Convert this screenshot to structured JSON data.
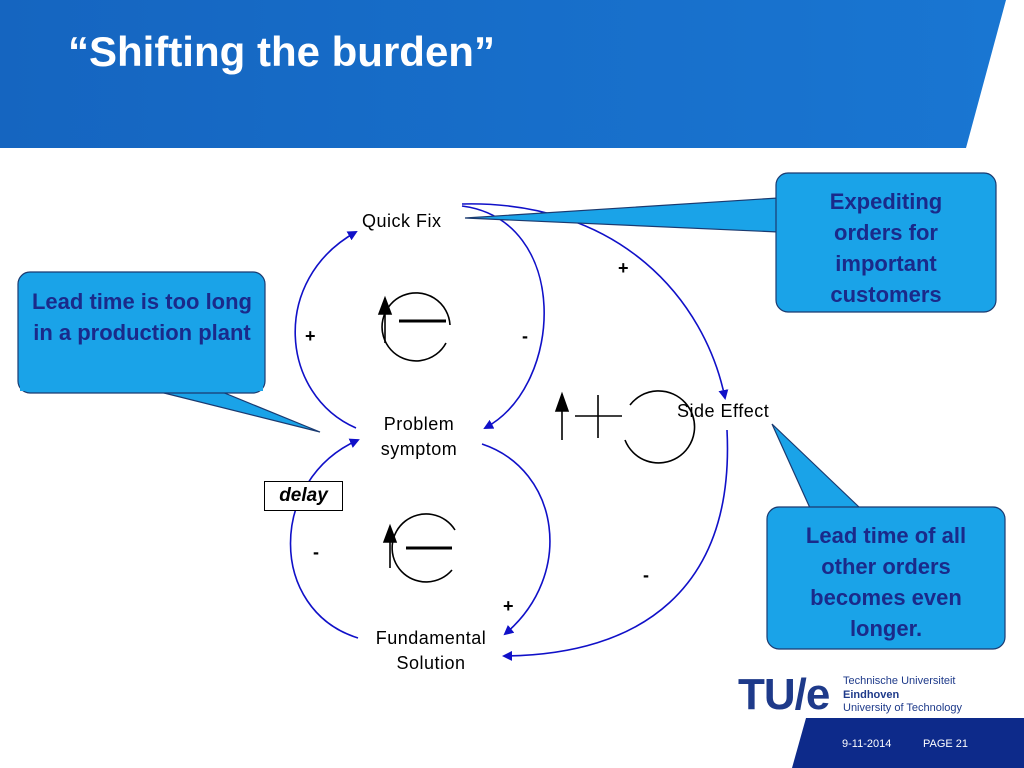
{
  "slide": {
    "title": "“Shifting the burden”"
  },
  "nodes": {
    "quick_fix": "Quick Fix",
    "problem_symptom_1": "Problem",
    "problem_symptom_2": "symptom",
    "side_effect": "Side Effect",
    "fundamental_1": "Fundamental",
    "fundamental_2": "Solution"
  },
  "signs": {
    "qf_to_problem": "-",
    "problem_to_qf": "+",
    "qf_to_side": "+",
    "side_to_fund": "-",
    "problem_to_fund": "+",
    "fund_to_problem": "-"
  },
  "delay": "delay",
  "callouts": {
    "left": "Lead time is too long in a production plant",
    "top_right": "Expediting orders for important customers",
    "bottom_right": "Lead time of all other orders becomes even longer."
  },
  "footer": {
    "date": "9-11-2014",
    "page": "PAGE 21"
  },
  "logo": {
    "mark": "TU/e",
    "line1": "Technische Universiteit",
    "line2": "Eindhoven",
    "line3": "University of Technology"
  },
  "colors": {
    "header_blue": "#1565c0",
    "callout_fill": "#1aa3e8",
    "arrow_blue": "#1010c8",
    "logo_blue": "#1e3a8a"
  }
}
